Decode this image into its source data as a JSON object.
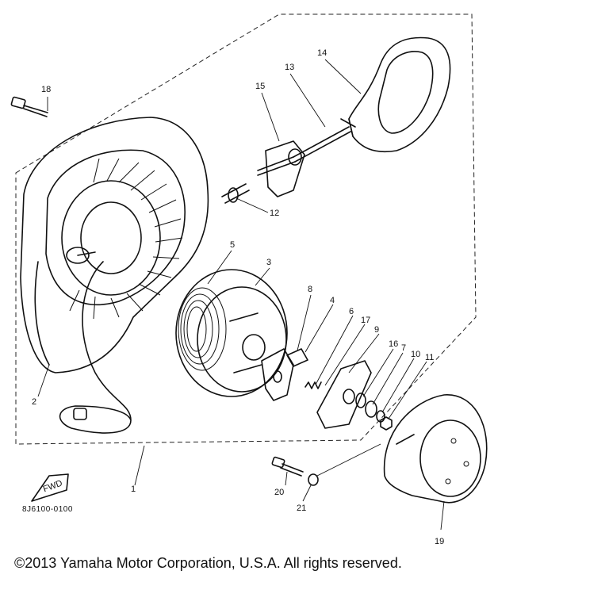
{
  "diagram": {
    "part_numbers": [
      "1",
      "2",
      "3",
      "4",
      "5",
      "6",
      "7",
      "8",
      "9",
      "10",
      "11",
      "12",
      "13",
      "14",
      "15",
      "16",
      "17",
      "18",
      "19",
      "20",
      "21"
    ],
    "fwd_label": "FWD",
    "drawing_number": "8J6100-0100"
  },
  "footer": {
    "copyright": "©2013 Yamaha Motor Corporation, U.S.A. All rights reserved."
  }
}
